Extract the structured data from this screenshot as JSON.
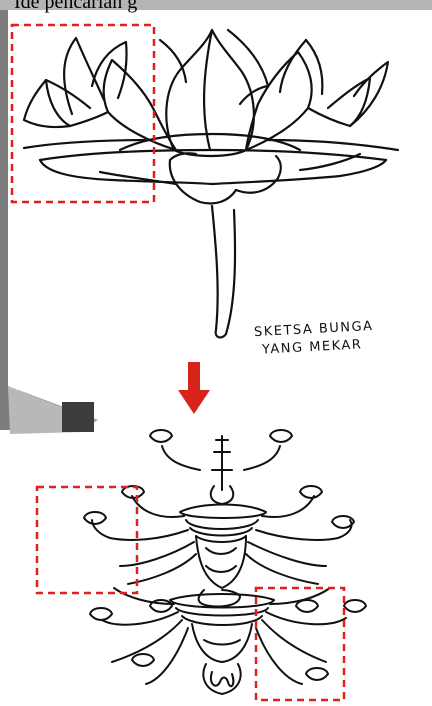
{
  "header": {
    "caption_fragment": "Ide pencarian g"
  },
  "top_sketch": {
    "label_line1": "SKETSA BUNGA",
    "label_line2": "YANG MEKAR",
    "subject": "lotus flower sketch"
  },
  "bottom_sketch": {
    "subject": "chandelier sketch"
  },
  "annotations": {
    "arrow_icon": "arrow-down-icon",
    "highlight_color": "#e0201c",
    "arrow_color": "#d8231c"
  }
}
